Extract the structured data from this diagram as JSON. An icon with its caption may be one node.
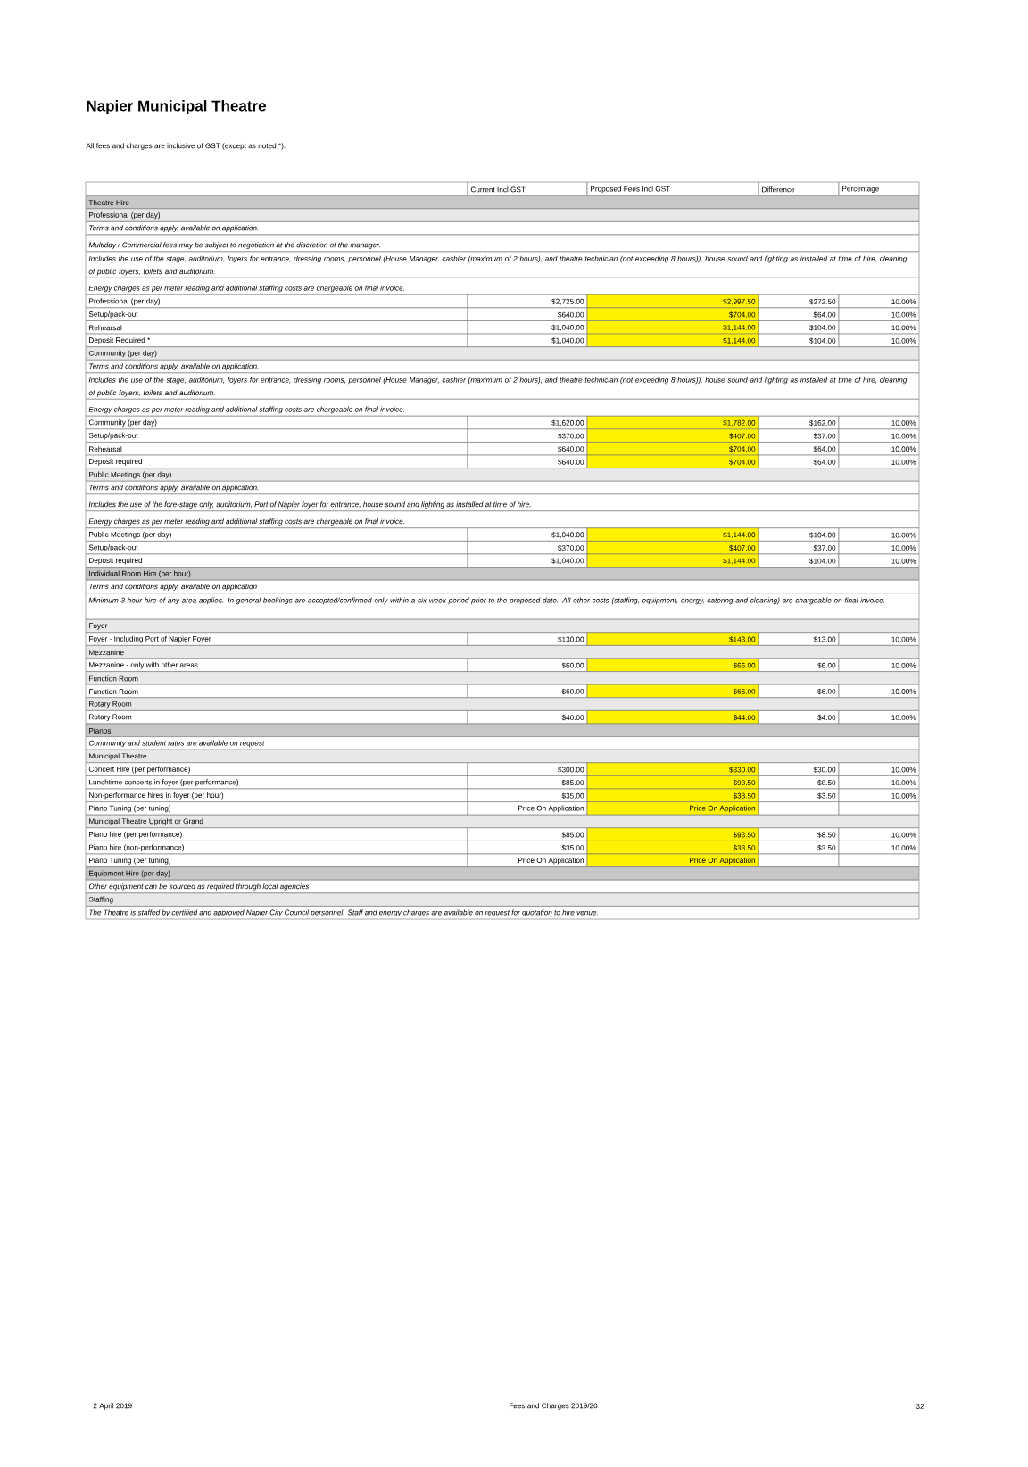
{
  "diagram": {
    "title": "Napier Municipal Theatre",
    "labels": [
      "All fees and charges are inclusive of GST (except as noted *).",
      "Current Incl GST",
      "Proposed Fees Incl GST",
      "Difference",
      "Percentage",
      "Theatre Hire",
      "Professional (per day)",
      "Terms and conditions apply, available on application.",
      "Multiday / Commercial fees may be subject to negotiation at the discretion of the manager.",
      "Includes the use of the stage, auditorium, foyers for entrance, dressing rooms, personnel (House Manager, cashier (maximum of 2 hours), and theatre technician (not exceeding 8 hours)), house sound and lighting as installed at time of hire, cleaning of public foyers, toilets and auditorium.",
      "Energy charges as per meter reading and additional staffing costs are chargeable on final invoice.",
      "Professional (per day)",
      "$2,725.00",
      "$2,997.50",
      "$272.50",
      "10.00%",
      "Setup/pack-out",
      "$640.00",
      "$704.00",
      "$64.00",
      "10.00%",
      "Rehearsal",
      "$1,040.00",
      "$1,144.00",
      "$104.00",
      "10.00%",
      "Deposit Required *",
      "$1,040.00",
      "$1,144.00",
      "$104.00",
      "10.00%",
      "Community (per day)",
      "Terms and conditions apply, available on application.",
      "Includes the use of the stage, auditorium, foyers for entrance, dressing rooms, personnel (House Manager, cashier (maximum of 2 hours), and theatre technician (not exceeding 8 hours)), house sound and lighting as installed at time of hire, cleaning of public foyers, toilets and auditorium.",
      "Energy charges as per meter reading and additional staffing costs are chargeable on final invoice.",
      "Community (per day)",
      "$1,620.00",
      "$1,782.00",
      "$162.00",
      "10.00%",
      "Setup/pack-out",
      "$370.00",
      "$407.00",
      "$37.00",
      "10.00%",
      "Rehearsal",
      "$640.00",
      "$704.00",
      "$64.00",
      "10.00%",
      "Deposit required",
      "$640.00",
      "$704.00",
      "$64.00",
      "10.00%",
      "Public Meetings (per day)",
      "Terms and conditions apply, available on application.",
      "Includes the use of the fore-stage only, auditorium, Port of Napier foyer for entrance, house sound and lighting as installed at time of hire.",
      "Energy charges as per meter reading and additional staffing costs are chargeable on final invoice.",
      "Public Meetings (per day)",
      "$1,040.00",
      "$1,144.00",
      "$104.00",
      "10.00%",
      "Setup/pack-out",
      "$370.00",
      "$407.00",
      "$37.00",
      "10.00%",
      "Deposit required",
      "$1,040.00",
      "$1,144.00",
      "$104.00",
      "10.00%",
      "Individual Room Hire (per hour)",
      "Terms and conditions apply, available on application",
      "Minimum 3-hour hire of any area applies. In general bookings are accepted/confirmed only within a six-week period prior to the proposed date. All other costs (staffing, equipment, energy, catering and cleaning) are chargeable on final invoice.",
      "Foyer",
      "Foyer - Including Port of Napier Foyer",
      "$130.00",
      "$143.00",
      "$13.00",
      "10.00%",
      "Mezzanine",
      "Mezzanine - only with other areas",
      "$60.00",
      "$66.00",
      "$6.00",
      "10.00%",
      "Function Room",
      "Function Room",
      "$60.00",
      "$66.00",
      "$6.00",
      "10.00%",
      "Rotary Room",
      "Rotary Room",
      "$40.00",
      "$44.00",
      "$4.00",
      "10.00%",
      "Pianos",
      "Community and student rates are available on request",
      "Municipal Theatre",
      "Concert Hire (per performance)",
      "$300.00",
      "$330.00",
      "$30.00",
      "10.00%",
      "Lunchtime concerts in foyer (per performance)",
      "$85.00",
      "$93.50",
      "$8.50",
      "10.00%",
      "Non-performance hires in foyer (per hour)",
      "$35.00",
      "$38.50",
      "$3.50",
      "10.00%",
      "Piano Tuning (per tuning)",
      "Price On Application",
      "Price On Application",
      "Municipal Theatre Upright or Grand",
      "Piano hire (per performance)",
      "$85.00",
      "$93.50",
      "$8.50",
      "10.00%",
      "Piano hire (non-performance)",
      "$35.00",
      "$38.50",
      "$3.50",
      "10.00%",
      "Piano Tuning (per tuning)",
      "Price On Application",
      "Price On Application",
      "Equipment Hire (per day)",
      "Other equipment can be sourced as required through local agencies",
      "Staffing",
      "The Theatre is staffed by certified and approved Napier City Council personnel. Staff and energy charges are available on request for quotation to hire venue.",
      "2 April 2019",
      "Fees and Charges 2019/20",
      "32"
    ]
  }
}
